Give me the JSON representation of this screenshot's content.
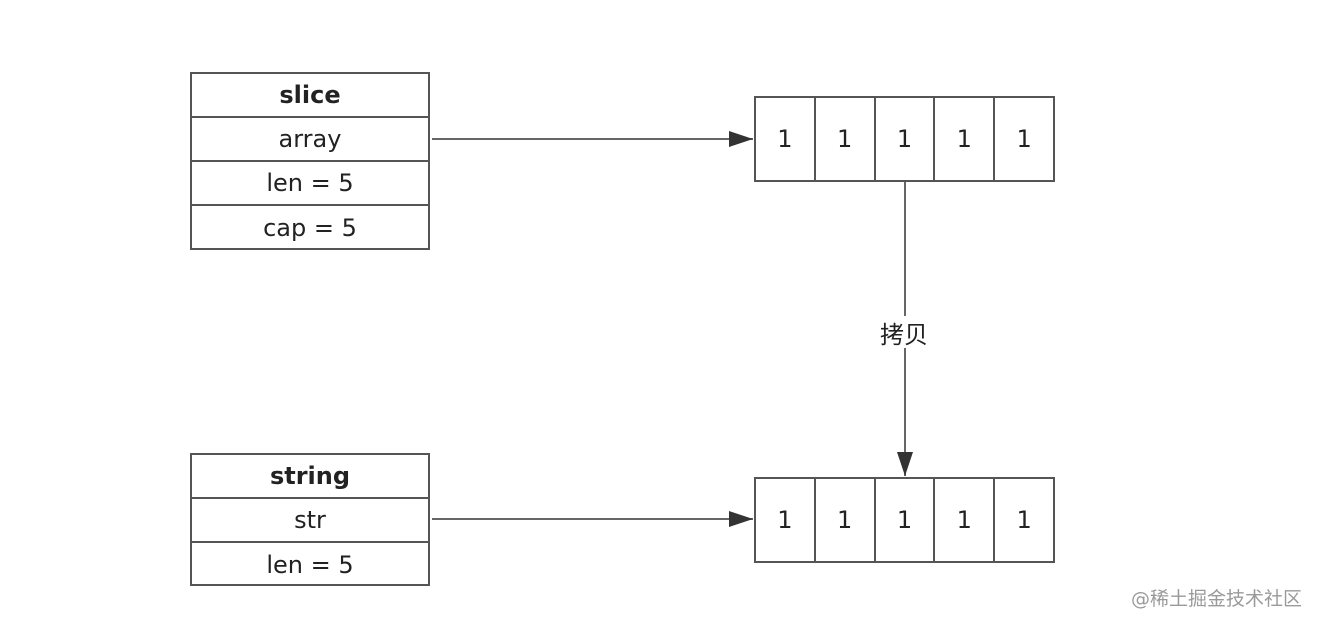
{
  "slice": {
    "header": "slice",
    "fields": [
      "array",
      "len = 5",
      "cap = 5"
    ]
  },
  "string": {
    "header": "string",
    "fields": [
      "str",
      "len = 5"
    ]
  },
  "arrays": {
    "top": [
      "1",
      "1",
      "1",
      "1",
      "1"
    ],
    "bottom": [
      "1",
      "1",
      "1",
      "1",
      "1"
    ]
  },
  "copy_label": "拷贝",
  "watermark": "@稀土掘金技术社区"
}
